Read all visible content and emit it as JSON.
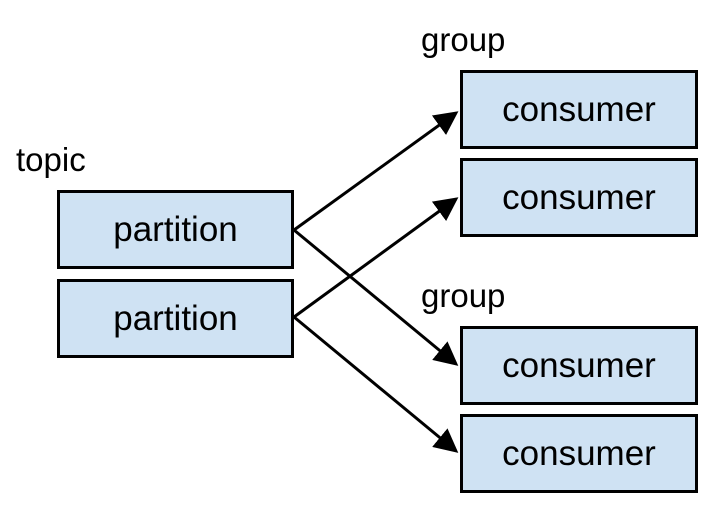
{
  "colors": {
    "box_fill": "#cfe2f3",
    "stroke": "#000000"
  },
  "topic": {
    "label": "topic",
    "partitions": [
      {
        "label": "partition"
      },
      {
        "label": "partition"
      }
    ]
  },
  "groups": [
    {
      "label": "group",
      "consumers": [
        {
          "label": "consumer"
        },
        {
          "label": "consumer"
        }
      ]
    },
    {
      "label": "group",
      "consumers": [
        {
          "label": "consumer"
        },
        {
          "label": "consumer"
        }
      ]
    }
  ],
  "connections": [
    {
      "from": "partition-1",
      "to": "group-1-consumer-1"
    },
    {
      "from": "partition-1",
      "to": "group-2-consumer-1"
    },
    {
      "from": "partition-2",
      "to": "group-1-consumer-2"
    },
    {
      "from": "partition-2",
      "to": "group-2-consumer-2"
    }
  ]
}
